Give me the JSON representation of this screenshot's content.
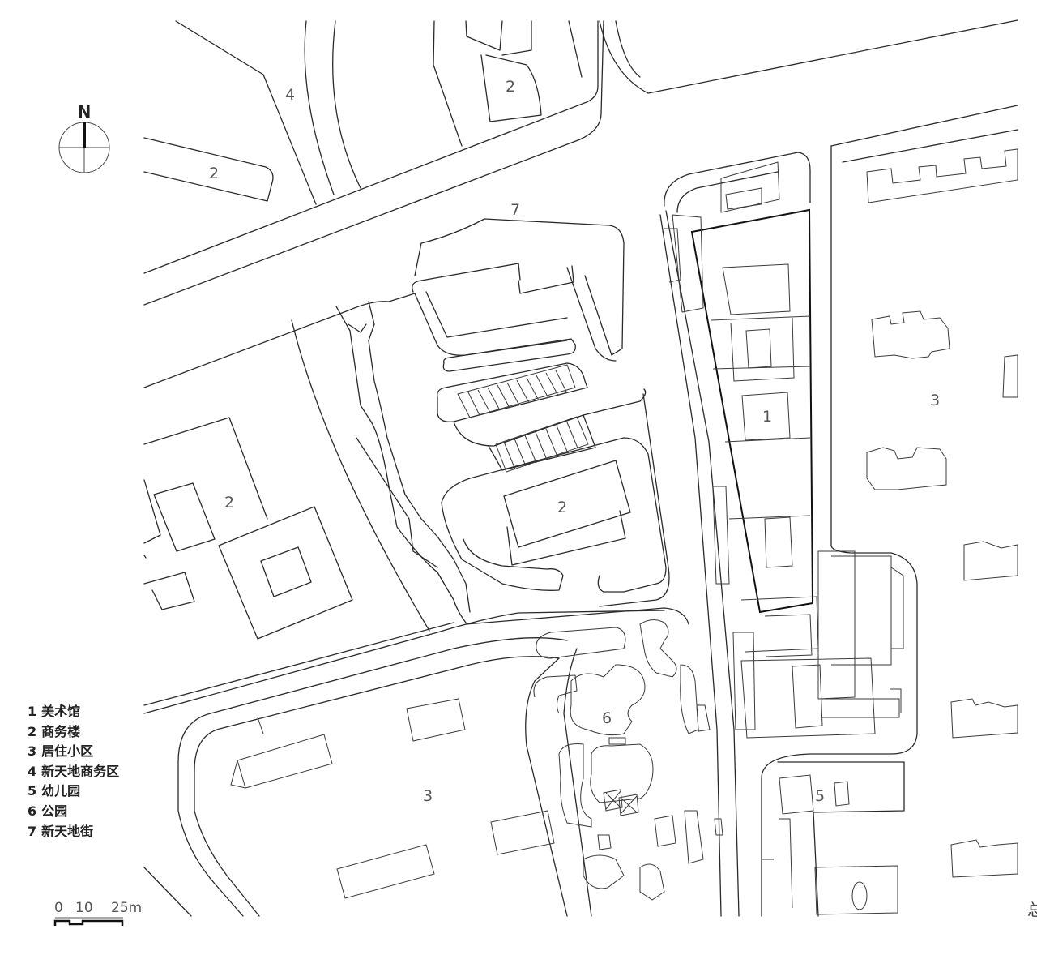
{
  "north_label": "N",
  "zones": [
    {
      "id": "museum",
      "label": "1"
    },
    {
      "id": "office-nw-a",
      "label": "2"
    },
    {
      "id": "office-nw-b",
      "label": "2"
    },
    {
      "id": "office-center",
      "label": "2"
    },
    {
      "id": "office-west",
      "label": "2"
    },
    {
      "id": "residential-east",
      "label": "3"
    },
    {
      "id": "residential-south",
      "label": "3"
    },
    {
      "id": "business-district",
      "label": "4"
    },
    {
      "id": "kindergarten",
      "label": "5"
    },
    {
      "id": "park",
      "label": "6"
    },
    {
      "id": "street",
      "label": "7"
    }
  ],
  "legend": [
    {
      "num": "1",
      "text": "美术馆"
    },
    {
      "num": "2",
      "text": "商务楼"
    },
    {
      "num": "3",
      "text": "居住小区"
    },
    {
      "num": "4",
      "text": "新天地商务区"
    },
    {
      "num": "5",
      "text": "幼儿园"
    },
    {
      "num": "6",
      "text": "公园"
    },
    {
      "num": "7",
      "text": "新天地街"
    }
  ],
  "scale_bar": {
    "labels": [
      "0",
      "10",
      "25m"
    ]
  },
  "edge_fragment": "总"
}
